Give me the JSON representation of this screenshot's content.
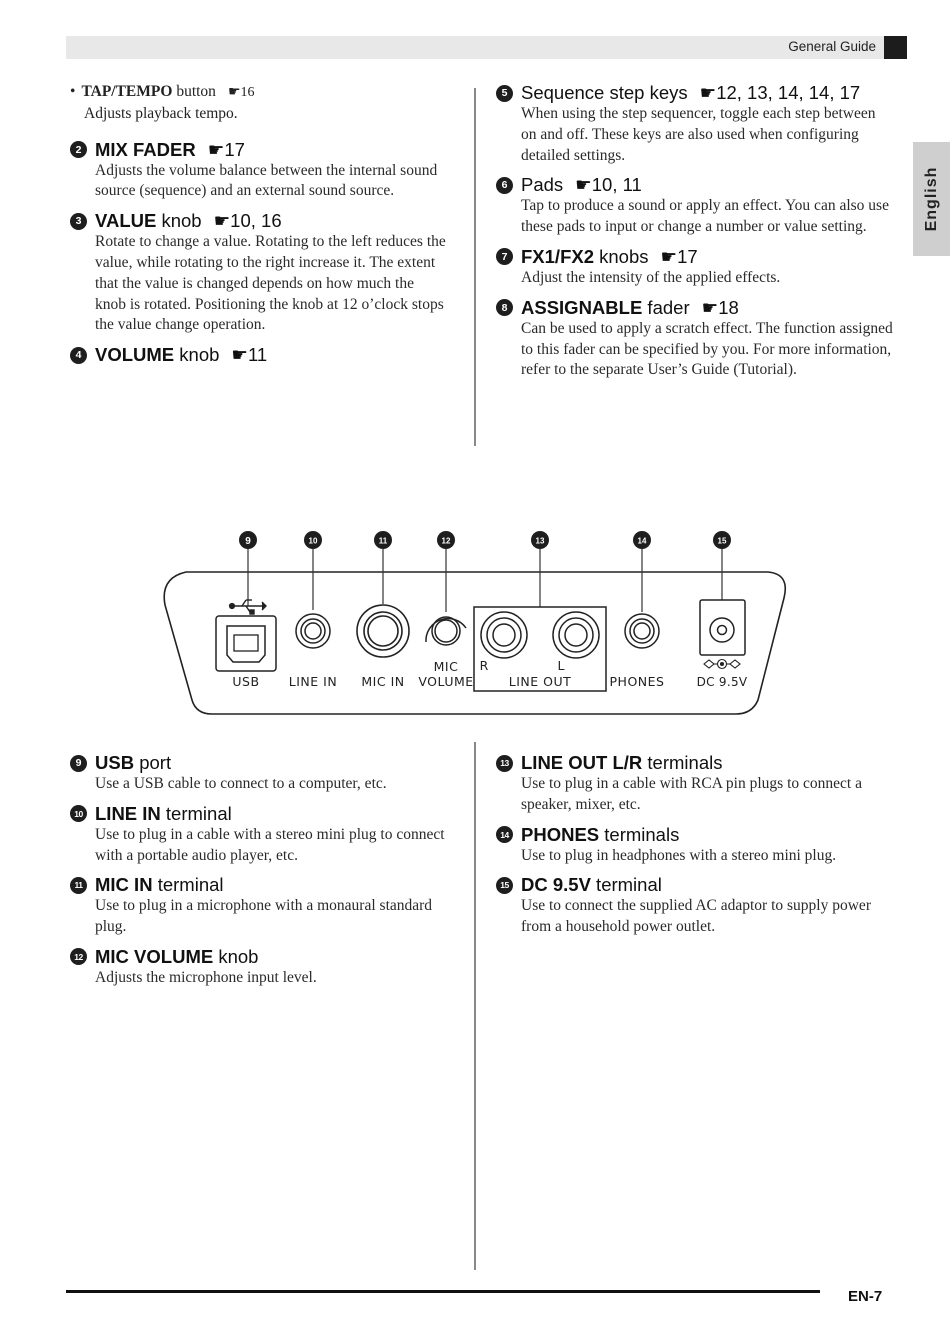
{
  "header": {
    "title": "General Guide"
  },
  "side_tab": {
    "label": "English"
  },
  "footer": {
    "page": "EN-7"
  },
  "upper_left": {
    "tap": {
      "name": "TAP/TEMPO",
      "rest": " button",
      "ref": "☛16",
      "desc": "Adjusts playback tempo."
    },
    "items": [
      {
        "num": "2",
        "bold": "MIX FADER",
        "rest": "",
        "ref": "☛17",
        "desc": "Adjusts the volume balance between the internal sound source (sequence) and an external sound source."
      },
      {
        "num": "3",
        "bold": "VALUE",
        "rest": " knob",
        "ref": "☛10, 16",
        "desc": "Rotate to change a value. Rotating to the left reduces the value, while rotating to the right increase it. The extent that the value is changed depends on how much the knob is rotated. Positioning the knob at 12 o’clock stops the value change operation."
      },
      {
        "num": "4",
        "bold": "VOLUME",
        "rest": " knob",
        "ref": "☛11",
        "desc": ""
      }
    ]
  },
  "upper_right": {
    "items": [
      {
        "num": "5",
        "bold": "",
        "rest": "Sequence step keys",
        "ref": "☛12, 13, 14, 14, 17",
        "desc": "When using the step sequencer, toggle each step between on and off. These keys are also used when configuring detailed settings."
      },
      {
        "num": "6",
        "bold": "",
        "rest": "Pads",
        "ref": "☛10, 11",
        "desc": "Tap to produce a sound or apply an effect. You can also use these pads to input or change a number or value setting."
      },
      {
        "num": "7",
        "bold": "FX1/FX2",
        "rest": " knobs",
        "ref": "☛17",
        "desc": "Adjust the intensity of the applied effects."
      },
      {
        "num": "8",
        "bold": "ASSIGNABLE",
        "rest": " fader",
        "ref": "☛18",
        "desc": "Can be used to apply a scratch effect. The function assigned to this fader can be specified by you. For more information, refer to the separate User’s Guide (Tutorial)."
      }
    ]
  },
  "diagram": {
    "callouts": [
      "9",
      "10",
      "11",
      "12",
      "13",
      "14",
      "15"
    ],
    "labels": {
      "usb": "USB",
      "line_in": "LINE IN",
      "mic_in": "MIC IN",
      "mic_volume_1": "MIC",
      "mic_volume_2": "VOLUME",
      "r": "R",
      "l": "L",
      "line_out": "LINE OUT",
      "phones": "PHONES",
      "dc": "DC 9.5V"
    }
  },
  "lower_left": {
    "items": [
      {
        "num": "9",
        "bold": "USB",
        "rest": " port",
        "desc": "Use a USB cable to connect to a computer, etc."
      },
      {
        "num": "10",
        "bold": "LINE IN",
        "rest": " terminal",
        "desc": "Use to plug in a cable with a stereo mini plug to connect with a portable audio player, etc."
      },
      {
        "num": "11",
        "bold": "MIC IN",
        "rest": " terminal",
        "desc": "Use to plug in a microphone with a monaural standard plug."
      },
      {
        "num": "12",
        "bold": "MIC VOLUME",
        "rest": " knob",
        "desc": "Adjusts the microphone input level."
      }
    ]
  },
  "lower_right": {
    "items": [
      {
        "num": "13",
        "bold": "LINE OUT L/R",
        "rest": " terminals",
        "desc": "Use to plug in a cable with RCA pin plugs to connect a speaker, mixer, etc."
      },
      {
        "num": "14",
        "bold": "PHONES",
        "rest": " terminals",
        "desc": "Use to plug in headphones with a stereo mini plug."
      },
      {
        "num": "15",
        "bold": "DC 9.5V",
        "rest": " terminal",
        "desc": "Use to connect the supplied AC adaptor to supply power from a household power outlet."
      }
    ]
  }
}
